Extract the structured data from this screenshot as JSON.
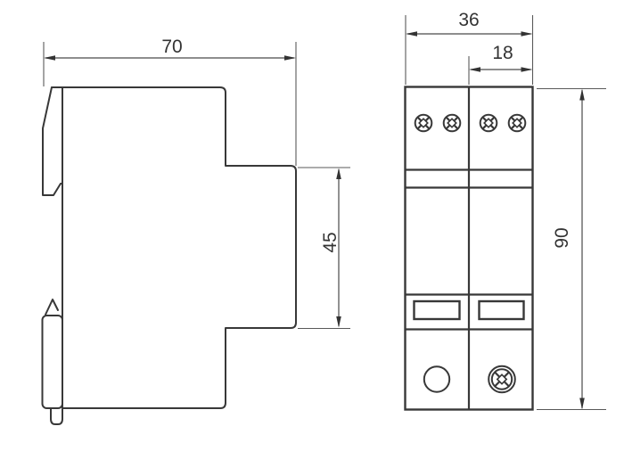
{
  "drawing": {
    "side_view": {
      "width": "70",
      "front_section_height": "45"
    },
    "front_view": {
      "overall_width": "36",
      "module_width": "18",
      "height": "90"
    },
    "colors": {
      "outline": "#383838",
      "dimension_lines": "#4a4a4a",
      "text": "#333333",
      "background": "#ffffff"
    },
    "icons": {
      "terminal_screws": "phillips-screw-icon",
      "bottom_screw": "ring-phillips-screw-icon",
      "test_port": "circle-port-icon",
      "indicator_windows": "rect-window-icon"
    }
  }
}
